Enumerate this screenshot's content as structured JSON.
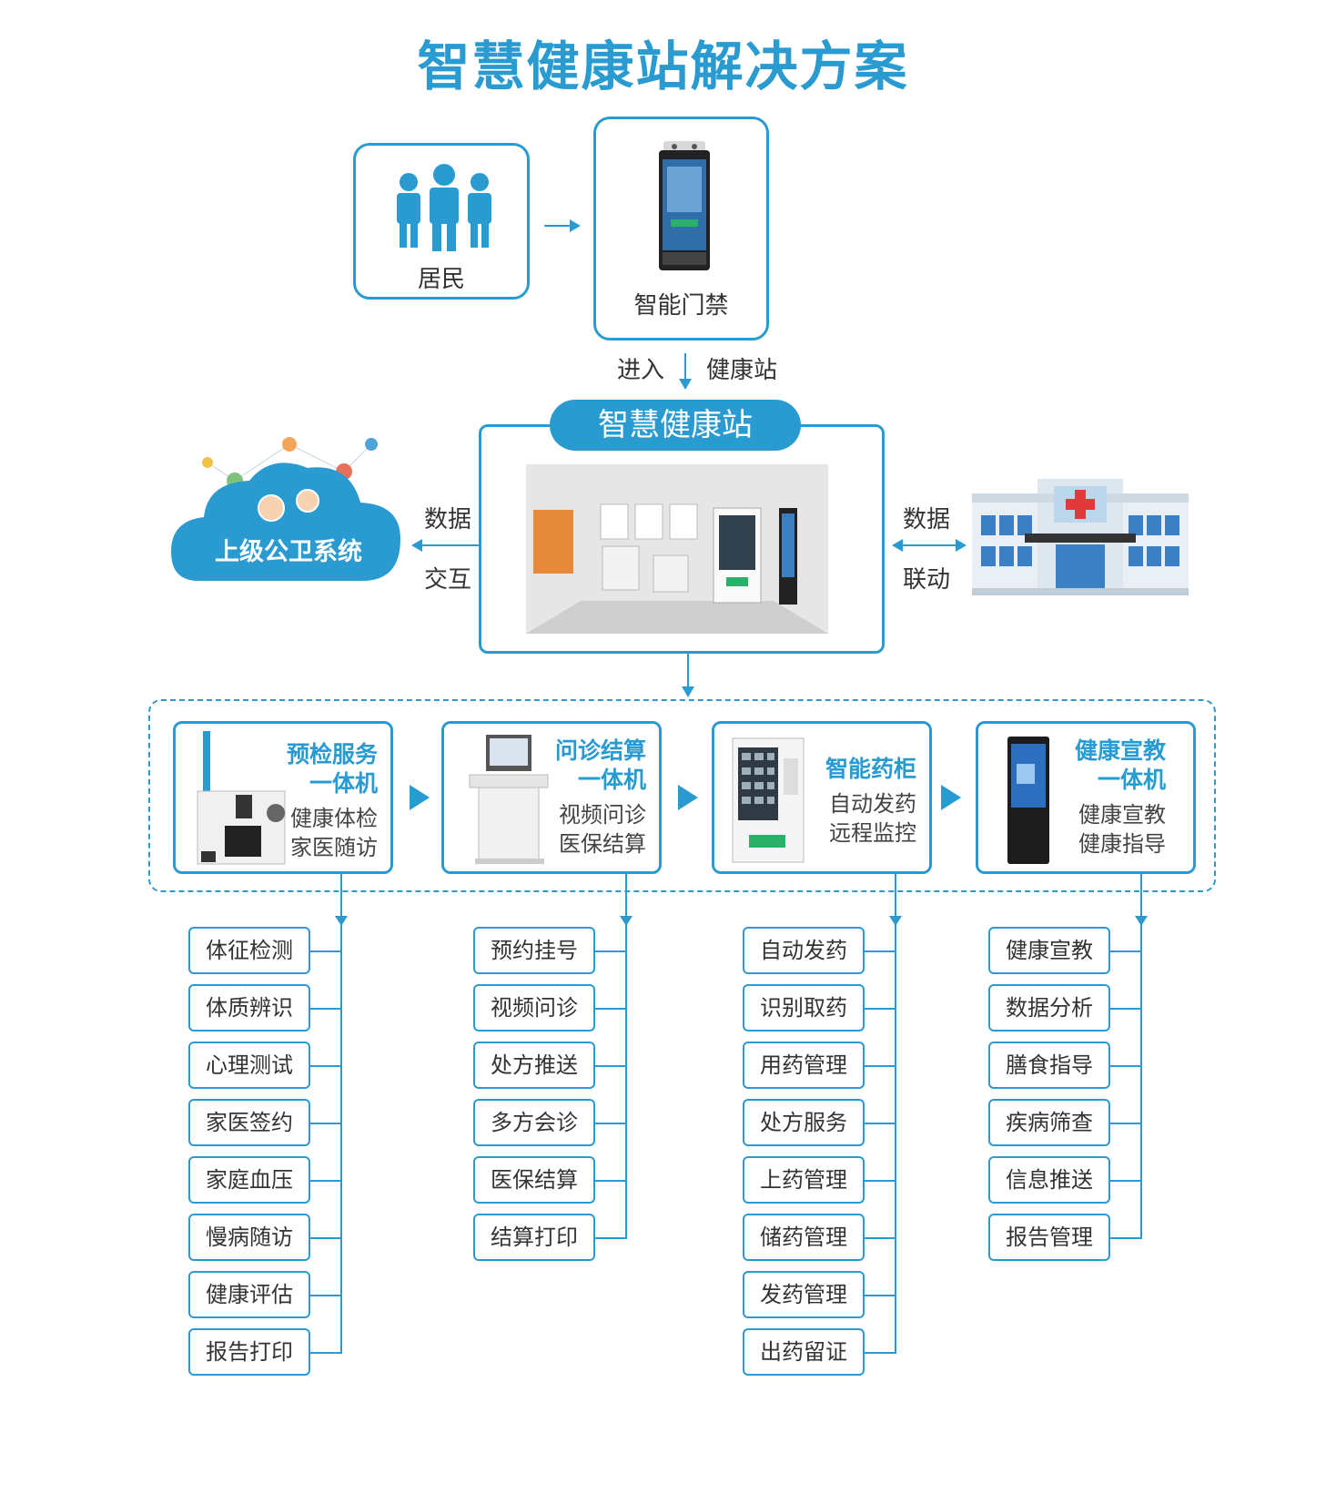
{
  "title": "智慧健康站解决方案",
  "top": {
    "residents_label": "居民",
    "gate_label": "智能门禁",
    "enter_left": "进入",
    "enter_right": "健康站"
  },
  "station": {
    "pill_label": "智慧健康站"
  },
  "left_link": {
    "cloud_label": "上级公卫系统",
    "text_top": "数据",
    "text_bottom": "交互"
  },
  "right_link": {
    "text_top": "数据",
    "text_bottom": "联动"
  },
  "devices": [
    {
      "title_1": "预检服务",
      "title_2": "一体机",
      "sub_1": "健康体检",
      "sub_2": "家医随访"
    },
    {
      "title_1": "问诊结算",
      "title_2": "一体机",
      "sub_1": "视频问诊",
      "sub_2": "医保结算"
    },
    {
      "title_1": "智能药柜",
      "title_2": "",
      "sub_1": "自动发药",
      "sub_2": "远程监控"
    },
    {
      "title_1": "健康宣教",
      "title_2": "一体机",
      "sub_1": "健康宣教",
      "sub_2": "健康指导"
    }
  ],
  "features": [
    [
      "体征检测",
      "体质辨识",
      "心理测试",
      "家医签约",
      "家庭血压",
      "慢病随访",
      "健康评估",
      "报告打印"
    ],
    [
      "预约挂号",
      "视频问诊",
      "处方推送",
      "多方会诊",
      "医保结算",
      "结算打印"
    ],
    [
      "自动发药",
      "识别取药",
      "用药管理",
      "处方服务",
      "上药管理",
      "储药管理",
      "发药管理",
      "出药留证"
    ],
    [
      "健康宣教",
      "数据分析",
      "膳食指导",
      "疾病筛查",
      "信息推送",
      "报告管理"
    ]
  ],
  "colors": {
    "accent": "#2a9bd0",
    "text": "#333333"
  }
}
